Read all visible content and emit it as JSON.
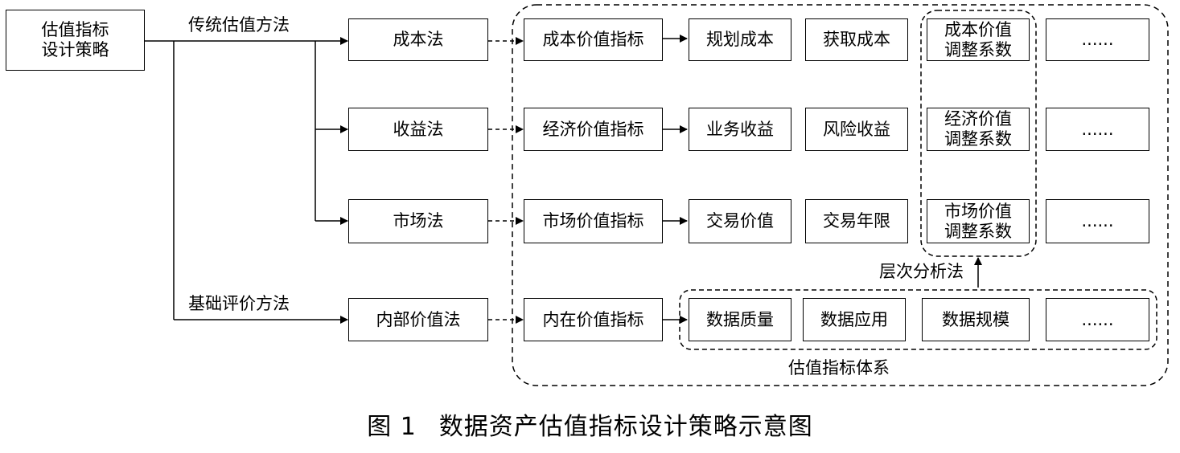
{
  "root": {
    "line1": "估值指标",
    "line2": "设计策略"
  },
  "branches": {
    "traditional": "传统估值方法",
    "basic": "基础评价方法"
  },
  "methods": [
    "成本法",
    "收益法",
    "市场法",
    "内部价值法"
  ],
  "indicators": [
    "成本价值指标",
    "经济价值指标",
    "市场价值指标",
    "内在价值指标"
  ],
  "factors": {
    "row1": [
      "规划成本",
      "获取成本"
    ],
    "row2": [
      "业务收益",
      "风险收益"
    ],
    "row3": [
      "交易价值",
      "交易年限"
    ],
    "row4": [
      "数据质量",
      "数据应用",
      "数据规模"
    ]
  },
  "adjust": [
    {
      "line1": "成本价值",
      "line2": "调整系数"
    },
    {
      "line1": "经济价值",
      "line2": "调整系数"
    },
    {
      "line1": "市场价值",
      "line2": "调整系数"
    }
  ],
  "ellipsis": [
    "......",
    "......",
    "......",
    "......"
  ],
  "ahp_label": "层次分析法",
  "system_label": "估值指标体系",
  "caption": {
    "number": "图 1",
    "title": "数据资产估值指标设计策略示意图"
  }
}
